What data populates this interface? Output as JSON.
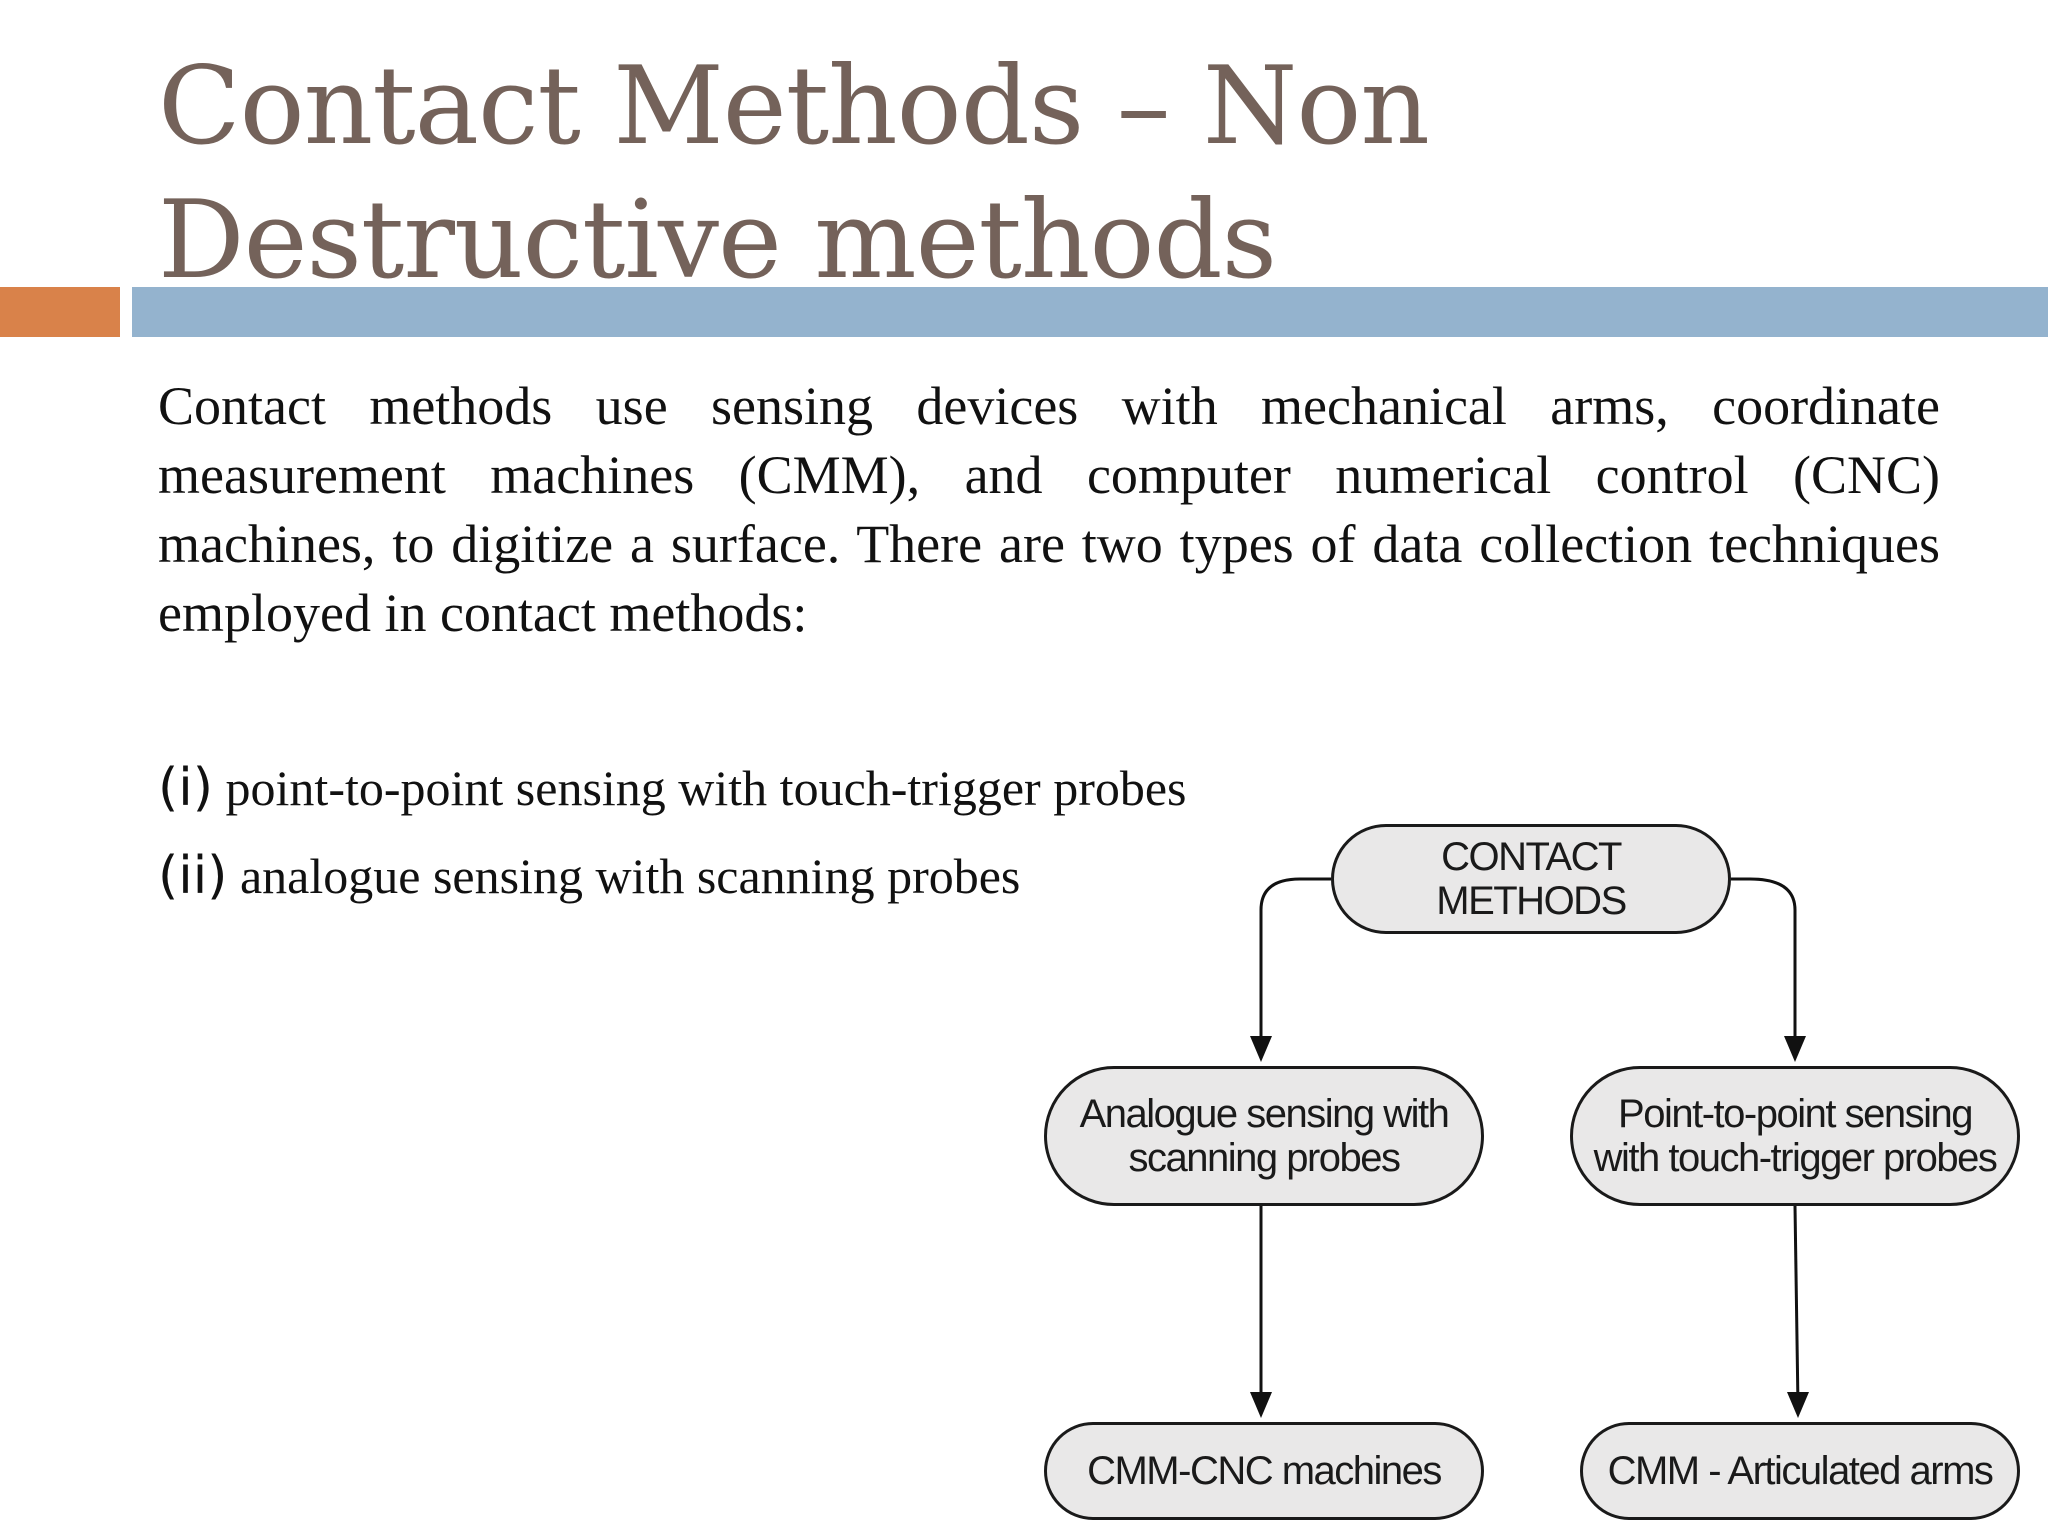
{
  "slide": {
    "title": "Contact Methods – Non Destructive methods",
    "intro": "Contact methods use sensing devices with mechanical arms, coordinate measurement machines (CMM), and computer numerical control (CNC) machines, to digitize a surface. There are two types of data collection techniques employed in contact methods:",
    "items": [
      {
        "num": "(i)",
        "text": "point-to-point sensing with touch-trigger probes"
      },
      {
        "num": "(ii)",
        "text": "analogue sensing with scanning probes"
      }
    ]
  },
  "diagram": {
    "root": [
      "CONTACT",
      "METHODS"
    ],
    "analogue": [
      "Analogue sensing with",
      "scanning probes"
    ],
    "point": [
      "Point-to-point sensing",
      "with touch-trigger probes"
    ],
    "cnc": "CMM-CNC machines",
    "arms": "CMM - Articulated arms"
  }
}
